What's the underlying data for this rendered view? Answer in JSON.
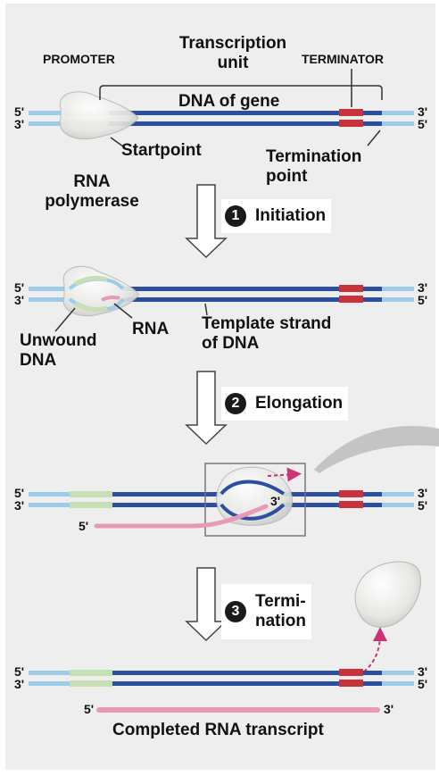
{
  "colors": {
    "panel": "#eeeeee",
    "template_strand": "#2c4e9e",
    "flank_strand": "#9ecbe8",
    "promoter": "#c7dfb4",
    "terminator": "#c8323a",
    "rna": "#e79ab8",
    "polymerase": "#e6e6e3",
    "arrow_accent": "#cc3377"
  },
  "labels": {
    "promoter": "PROMOTER",
    "transcription_unit": "Transcription\nunit",
    "terminator": "TERMINATOR",
    "dna_of_gene": "DNA of gene",
    "startpoint": "Startpoint",
    "termination_point": "Termination\npoint",
    "rna_polymerase": "RNA\npolymerase",
    "rna": "RNA",
    "unwound_dna": "Unwound\nDNA",
    "template_strand": "Template strand\nof DNA",
    "completed_transcript": "Completed RNA transcript"
  },
  "end_labels": {
    "five_prime": "5'",
    "three_prime": "3'"
  },
  "steps": [
    {
      "number": "1",
      "label": "Initiation"
    },
    {
      "number": "2",
      "label": "Elongation"
    },
    {
      "number": "3",
      "label": "Termi-\nnation"
    }
  ]
}
